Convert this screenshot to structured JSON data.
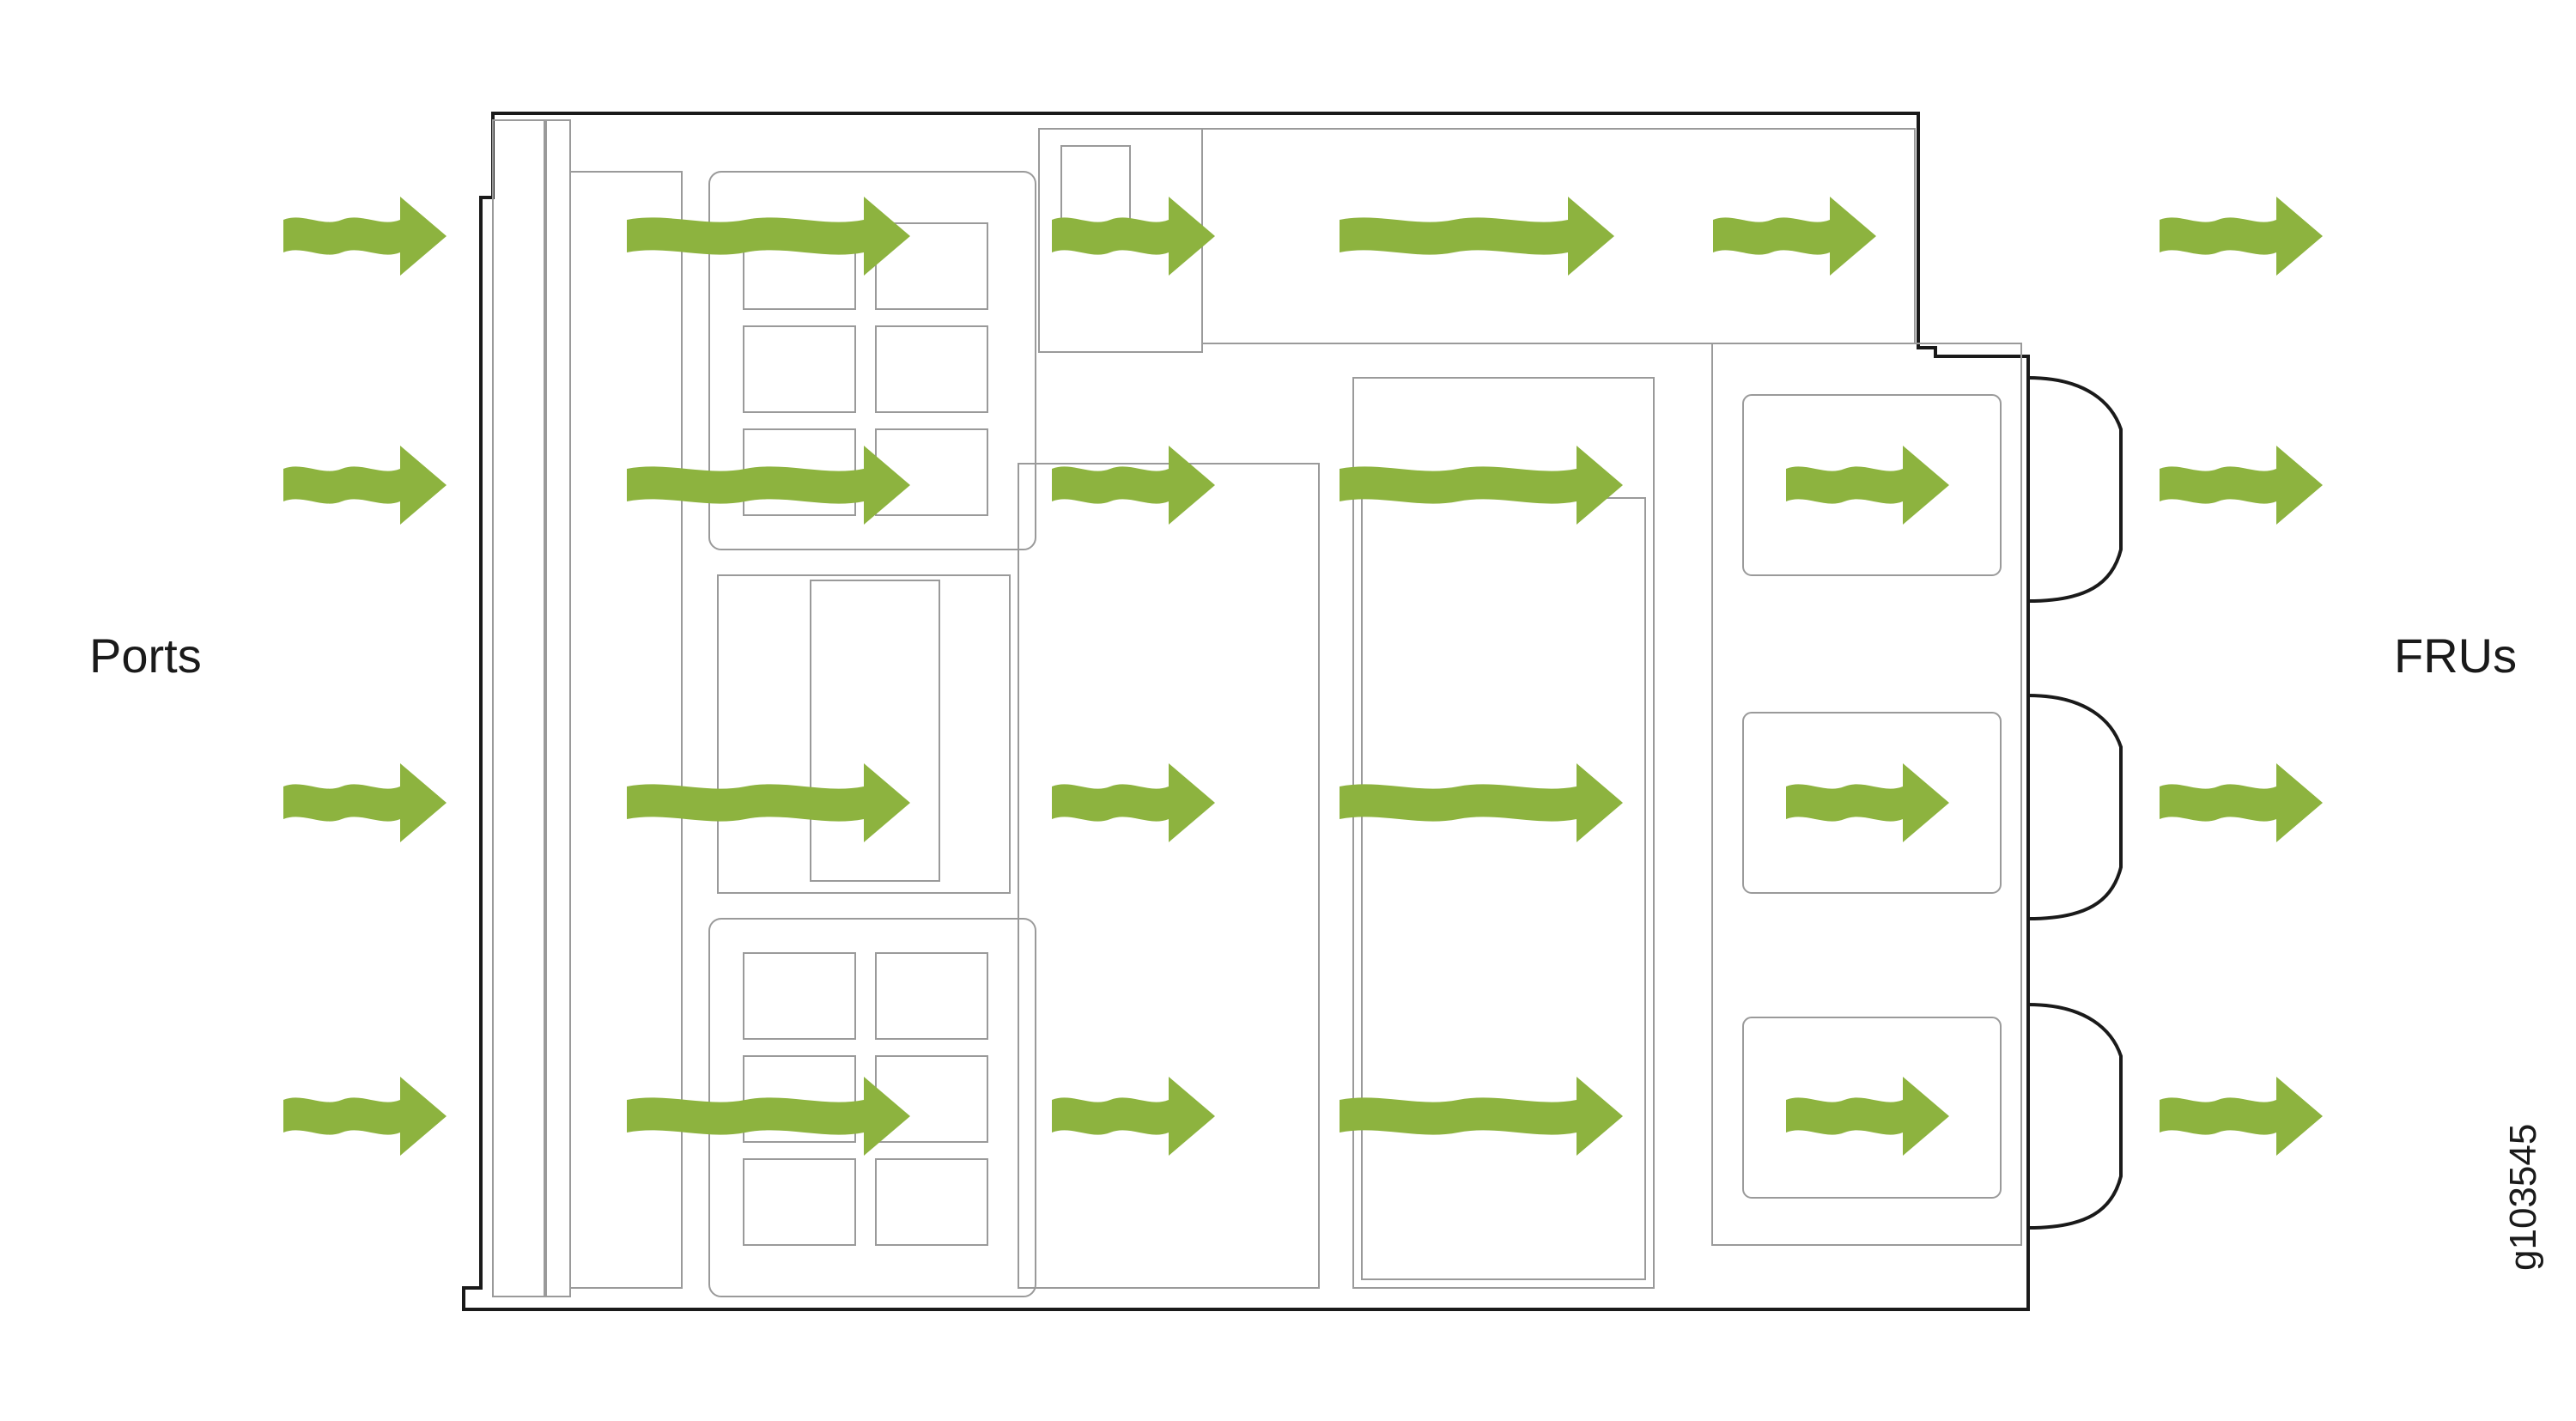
{
  "diagram": {
    "left_label": "Ports",
    "right_label": "FRUs",
    "figure_id": "g103545"
  },
  "colors": {
    "airflow_arrow": "#8db33f",
    "outline": "#1a1a1a",
    "component_line": "#9a9a9a",
    "background": "#ffffff"
  },
  "icons": {
    "airflow": "wavy-right-arrow",
    "fan_tray": "fan-module-handle",
    "heatsink": "finned-heatsink"
  }
}
